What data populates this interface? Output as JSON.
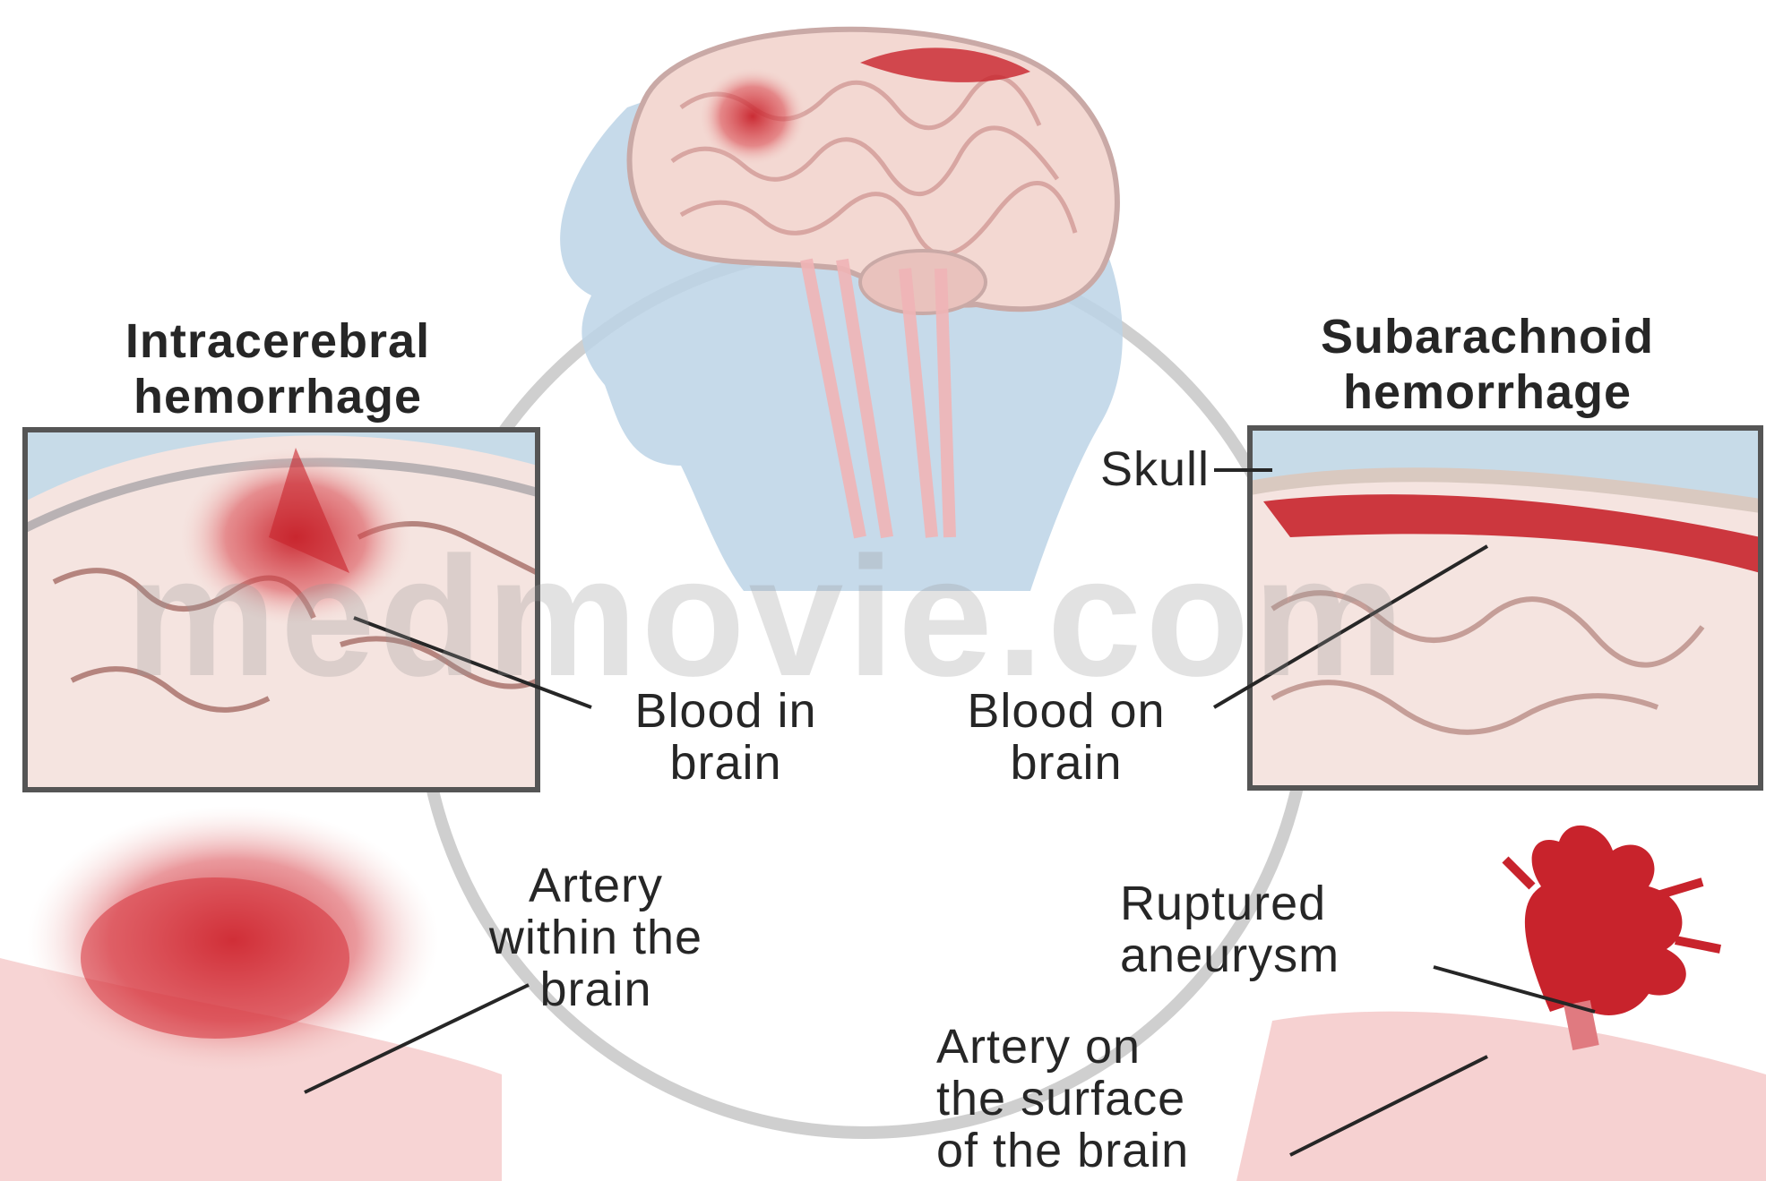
{
  "intracerebral": {
    "title": "Intracerebral\nhemorrhage",
    "blood_label": "Blood in\nbrain",
    "artery_label": "Artery\nwithin the\nbrain"
  },
  "subarachnoid": {
    "title": "Subarachnoid\nhemorrhage",
    "skull_label": "Skull",
    "blood_label": "Blood on\nbrain",
    "aneurysm_label": "Ruptured\naneurysm",
    "artery_label": "Artery on\nthe surface\nof the brain"
  },
  "watermark": "medmovie.com",
  "colors": {
    "blood": "#c8232c",
    "brain": "#f3d6d0",
    "head": "#b9d3e4",
    "frame": "#555555"
  }
}
